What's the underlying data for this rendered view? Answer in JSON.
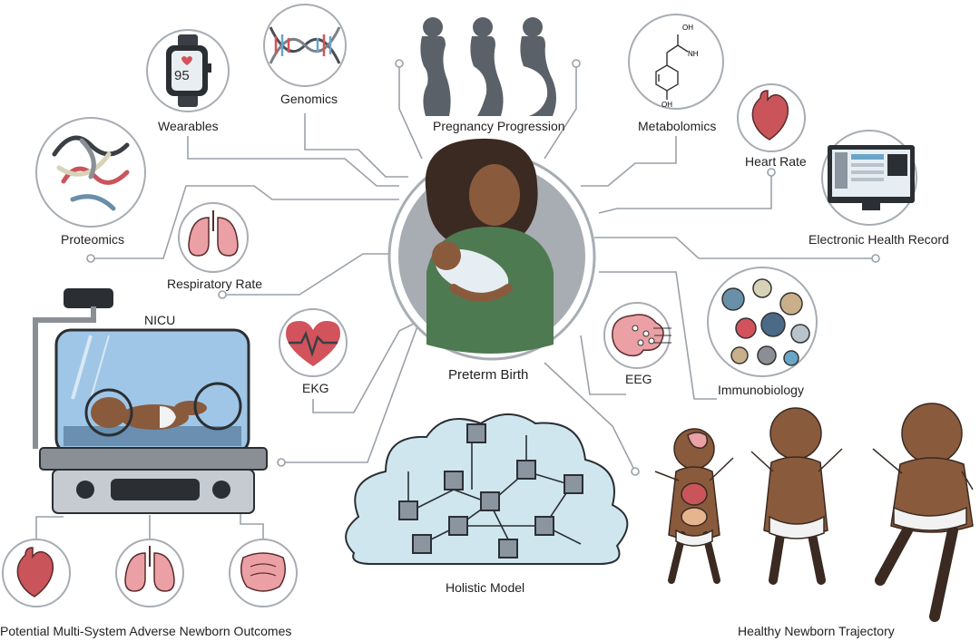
{
  "center": {
    "label": "Preterm Birth"
  },
  "inputs": {
    "wearables": "Wearables",
    "genomics": "Genomics",
    "pregnancy": "Pregnancy Progression",
    "metabolomics": "Metabolomics",
    "heart_rate": "Heart Rate",
    "ehr": "Electronic Health Record",
    "proteomics": "Proteomics",
    "respiratory": "Respiratory Rate",
    "ekg": "EKG",
    "eeg": "EEG",
    "immunobiology": "Immunobiology"
  },
  "wearable_display": "95",
  "molecule": {
    "cooh": "OH",
    "nh2": "NH",
    "oh": "OH"
  },
  "nicu": {
    "label": "NICU"
  },
  "model": {
    "label": "Holistic Model"
  },
  "outcomes": {
    "adverse": "Potential Multi-System Adverse Newborn Outcomes",
    "healthy": "Healthy Newborn Trajectory"
  },
  "colors": {
    "line": "#9aa1a8",
    "circle_stroke": "#a7adb3",
    "silhouette": "#5b6168",
    "organ_red": "#c9555b",
    "cloud": "#cfe6ee",
    "skin": "#8a5a3c",
    "incubator_blue": "#9fc6e6",
    "shirt_green": "#4e7a52"
  }
}
